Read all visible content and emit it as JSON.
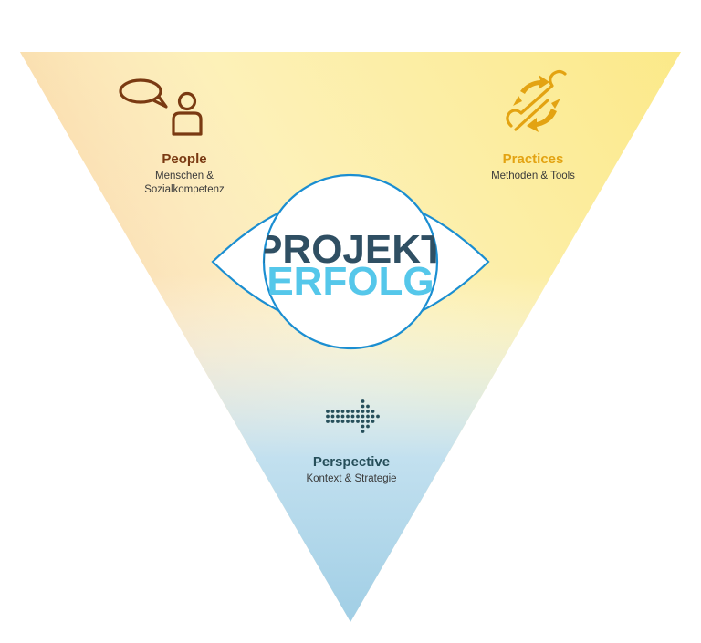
{
  "center": {
    "line1": "PROJEKT",
    "line2": "ERFOLG",
    "line1_color": "#2f4f63",
    "line2_color": "#55c7ea",
    "eye_stroke": "#1b8ed1"
  },
  "people": {
    "title": "People",
    "sub1": "Menschen &",
    "sub2": "Sozialkompetenz",
    "icon": "person-speech-bubble-icon",
    "color": "#7a3a12",
    "bg": "#f5c27a"
  },
  "practices": {
    "title": "Practices",
    "sub1": "Methoden & Tools",
    "icon": "wrench-cycle-icon",
    "color": "#e3a312",
    "bg": "#fbe98a"
  },
  "perspective": {
    "title": "Perspective",
    "sub1": "Kontext & Strategie",
    "icon": "dotted-arrow-icon",
    "color": "#264f5a",
    "bg": "#a3d0e6"
  }
}
